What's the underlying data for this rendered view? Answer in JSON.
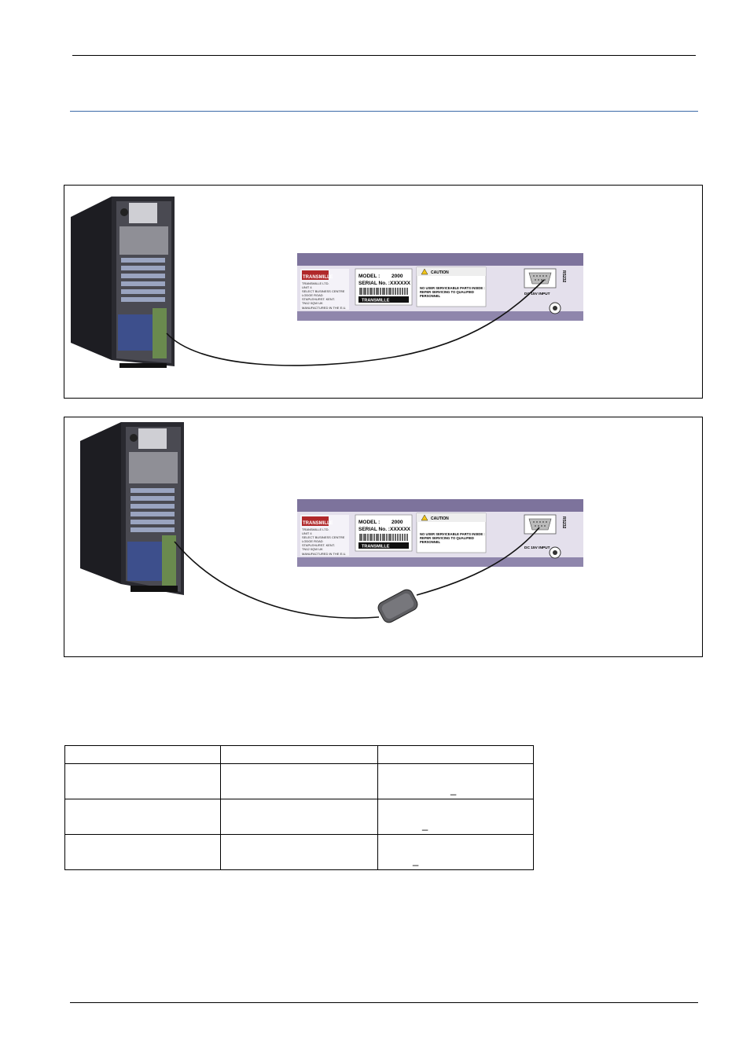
{
  "figures": [
    {
      "name": "direct-rs232-connection",
      "label": {
        "model_label": "MODEL :",
        "model_value": "2000",
        "serial_label": "SERIAL No. :",
        "serial_value": "XXXXXX",
        "brand": "TRANSMILLE",
        "caution_title": "CAUTION",
        "caution_text": [
          "NO USER SERVICEABLE PARTS INSIDE :",
          "REFER SERVICING TO QUALIFIED",
          "PERSONNEL"
        ],
        "address": [
          "TRANSMILLE LTD.",
          "UNIT 4",
          "SELECT BUSINESS CENTRE",
          "LODGE ROAD",
          "STAPLEHURST. KENT.",
          "TN12 0QW UK"
        ],
        "made_in": "MANUFACTURED IN THE E.U.",
        "port_label": "RS232",
        "dc_label": "DC 15V INPUT"
      }
    },
    {
      "name": "usb-adapter-connection",
      "label": {
        "model_label": "MODEL :",
        "model_value": "2000",
        "serial_label": "SERIAL No. :",
        "serial_value": "XXXXXX",
        "brand": "TRANSMILLE",
        "caution_title": "CAUTION",
        "caution_text": [
          "NO USER SERVICEABLE PARTS INSIDE :",
          "REFER SERVICING TO QUALIFIED",
          "PERSONNEL"
        ],
        "address": [
          "TRANSMILLE LTD.",
          "UNIT 4",
          "SELECT BUSINESS CENTRE",
          "LODGE ROAD",
          "STAPLEHURST. KENT.",
          "TN12 0QW UK"
        ],
        "made_in": "MANUFACTURED IN THE E.U.",
        "port_label": "RS232",
        "dc_label": "DC 15V INPUT"
      }
    }
  ],
  "table": {
    "header": [
      "",
      "",
      ""
    ],
    "rows": [
      [
        "",
        "",
        "_"
      ],
      [
        "",
        "",
        "_"
      ],
      [
        "",
        "",
        "_"
      ]
    ]
  },
  "colors": {
    "panel": "#e4e0ec",
    "panel_band": "#7d739c",
    "brand_red": "#b0282a",
    "rule_blue": "#3b6aa8"
  }
}
